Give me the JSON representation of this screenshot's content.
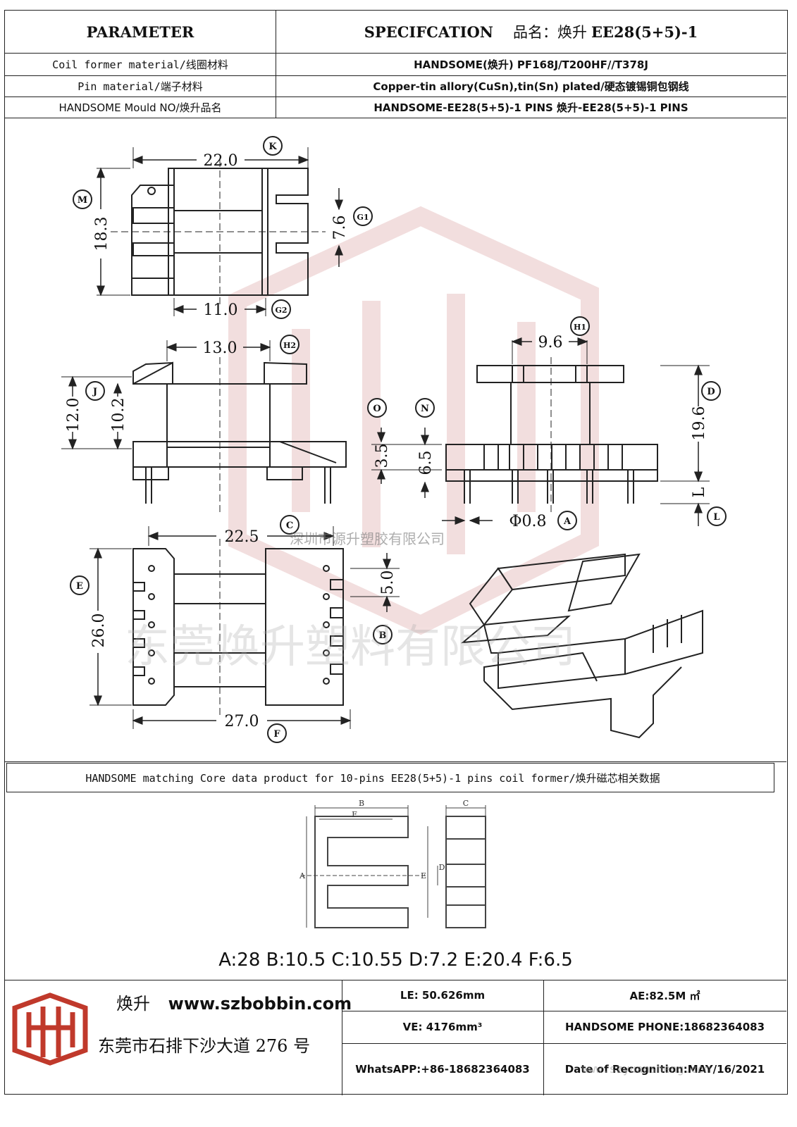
{
  "header": {
    "parameter_label": "PARAMETER",
    "spec_label": "SPECIFCATION",
    "product_name_label": "品名：焕升",
    "product_name": "EE28(5+5)-1"
  },
  "rows": [
    {
      "label": "Coil former material/线圈材料",
      "value": "HANDSOME(焕升)   PF168J/T200HF//T378J"
    },
    {
      "label": "Pin material/端子材料",
      "value": "Copper-tin allory(CuSn),tin(Sn) plated/硬态镀锡铜包钢线"
    },
    {
      "label": "HANDSOME Mould NO/焕升品名",
      "value": "HANDSOME-EE28(5+5)-1 PINS   焕升-EE28(5+5)-1 PINS"
    }
  ],
  "drawing": {
    "dims": {
      "K": "22.0",
      "M": "18.3",
      "G1": "7.6",
      "G2": "11.0",
      "H2": "13.0",
      "H1": "9.6",
      "J": "10.2",
      "I": "12.0",
      "O": "3.5",
      "N": "6.5",
      "D": "19.6",
      "L": "L",
      "A": "Φ0.8",
      "C": "22.5",
      "E": "26.0",
      "B": "5.0",
      "F": "27.0"
    },
    "labels": [
      "K",
      "M",
      "G1",
      "G2",
      "H2",
      "H1",
      "J",
      "O",
      "N",
      "D",
      "L",
      "A",
      "C",
      "E",
      "B",
      "F"
    ],
    "watermark_company": "深圳市源升塑胶有限公司",
    "watermark_large": "东莞焕升塑料有限公司"
  },
  "core_section": {
    "title": "HANDSOME matching Core data  product for 10-pins EE28(5+5)-1 pins coil former/焕升磁芯相关数据",
    "core_labels": [
      "A",
      "B",
      "C",
      "D",
      "E",
      "F"
    ],
    "values": "A:28 B:10.5 C:10.55 D:7.2 E:20.4 F:6.5"
  },
  "footer": {
    "brand": "焕升",
    "website": "www.szbobbin.com",
    "address": "东莞市石排下沙大道 276 号",
    "le": "LE: 50.626mm",
    "ae": "AE:82.5M ㎡",
    "ve": "VE: 4176mm³",
    "phone": "HANDSOME PHONE:18682364083",
    "whatsapp": "WhatsAPP:+86-18682364083",
    "date": "Date of Recognition:MAY/16/2021",
    "url_watermark": "www.szyuansheng.com"
  },
  "colors": {
    "line": "#222222",
    "watermark": "#d9a6a6",
    "logo": "#c0392b"
  }
}
